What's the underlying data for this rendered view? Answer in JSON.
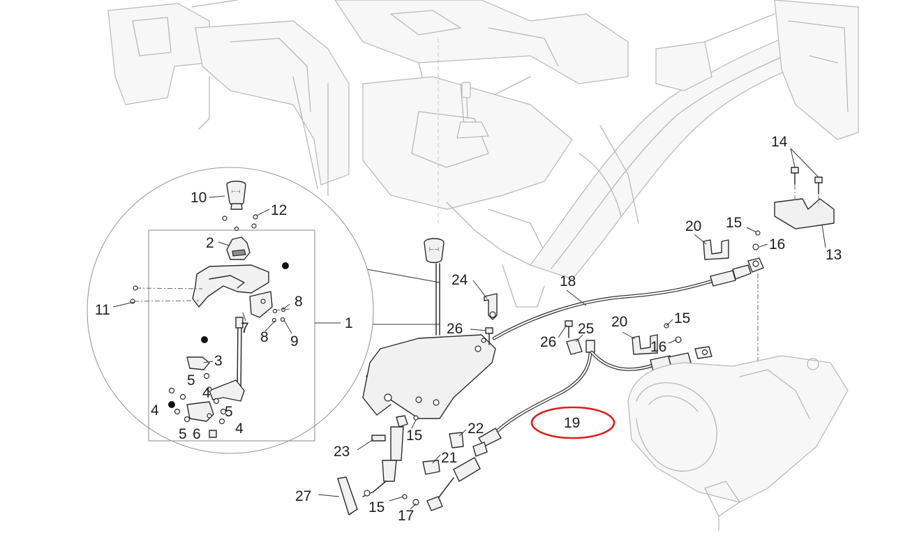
{
  "diagram": {
    "callouts": [
      {
        "id": "callout-1",
        "text": "1"
      },
      {
        "id": "callout-2",
        "text": "2"
      },
      {
        "id": "callout-3",
        "text": "3"
      },
      {
        "id": "callout-4a",
        "text": "4"
      },
      {
        "id": "callout-4b",
        "text": "4"
      },
      {
        "id": "callout-4c",
        "text": "4"
      },
      {
        "id": "callout-5a",
        "text": "5"
      },
      {
        "id": "callout-5b",
        "text": "5"
      },
      {
        "id": "callout-5c",
        "text": "5"
      },
      {
        "id": "callout-6",
        "text": "6"
      },
      {
        "id": "callout-7",
        "text": "7"
      },
      {
        "id": "callout-8a",
        "text": "8"
      },
      {
        "id": "callout-8b",
        "text": "8"
      },
      {
        "id": "callout-9",
        "text": "9"
      },
      {
        "id": "callout-10",
        "text": "10"
      },
      {
        "id": "callout-11",
        "text": "11"
      },
      {
        "id": "callout-12",
        "text": "12"
      },
      {
        "id": "callout-13",
        "text": "13"
      },
      {
        "id": "callout-14",
        "text": "14"
      },
      {
        "id": "callout-15a",
        "text": "15"
      },
      {
        "id": "callout-15b",
        "text": "15"
      },
      {
        "id": "callout-15c",
        "text": "15"
      },
      {
        "id": "callout-15d",
        "text": "15"
      },
      {
        "id": "callout-16a",
        "text": "16"
      },
      {
        "id": "callout-16b",
        "text": "16"
      },
      {
        "id": "callout-17",
        "text": "17"
      },
      {
        "id": "callout-18",
        "text": "18"
      },
      {
        "id": "callout-19",
        "text": "19"
      },
      {
        "id": "callout-20a",
        "text": "20"
      },
      {
        "id": "callout-20b",
        "text": "20"
      },
      {
        "id": "callout-21",
        "text": "21"
      },
      {
        "id": "callout-22",
        "text": "22"
      },
      {
        "id": "callout-23",
        "text": "23"
      },
      {
        "id": "callout-24",
        "text": "24"
      },
      {
        "id": "callout-25",
        "text": "25"
      },
      {
        "id": "callout-26a",
        "text": "26"
      },
      {
        "id": "callout-26b",
        "text": "26"
      },
      {
        "id": "callout-27",
        "text": "27"
      }
    ],
    "highlighted_part": "19",
    "colors": {
      "highlight": "#e01b1b",
      "line": "#2b2b2b",
      "ghost_chassis": "#b7b7b7"
    }
  }
}
